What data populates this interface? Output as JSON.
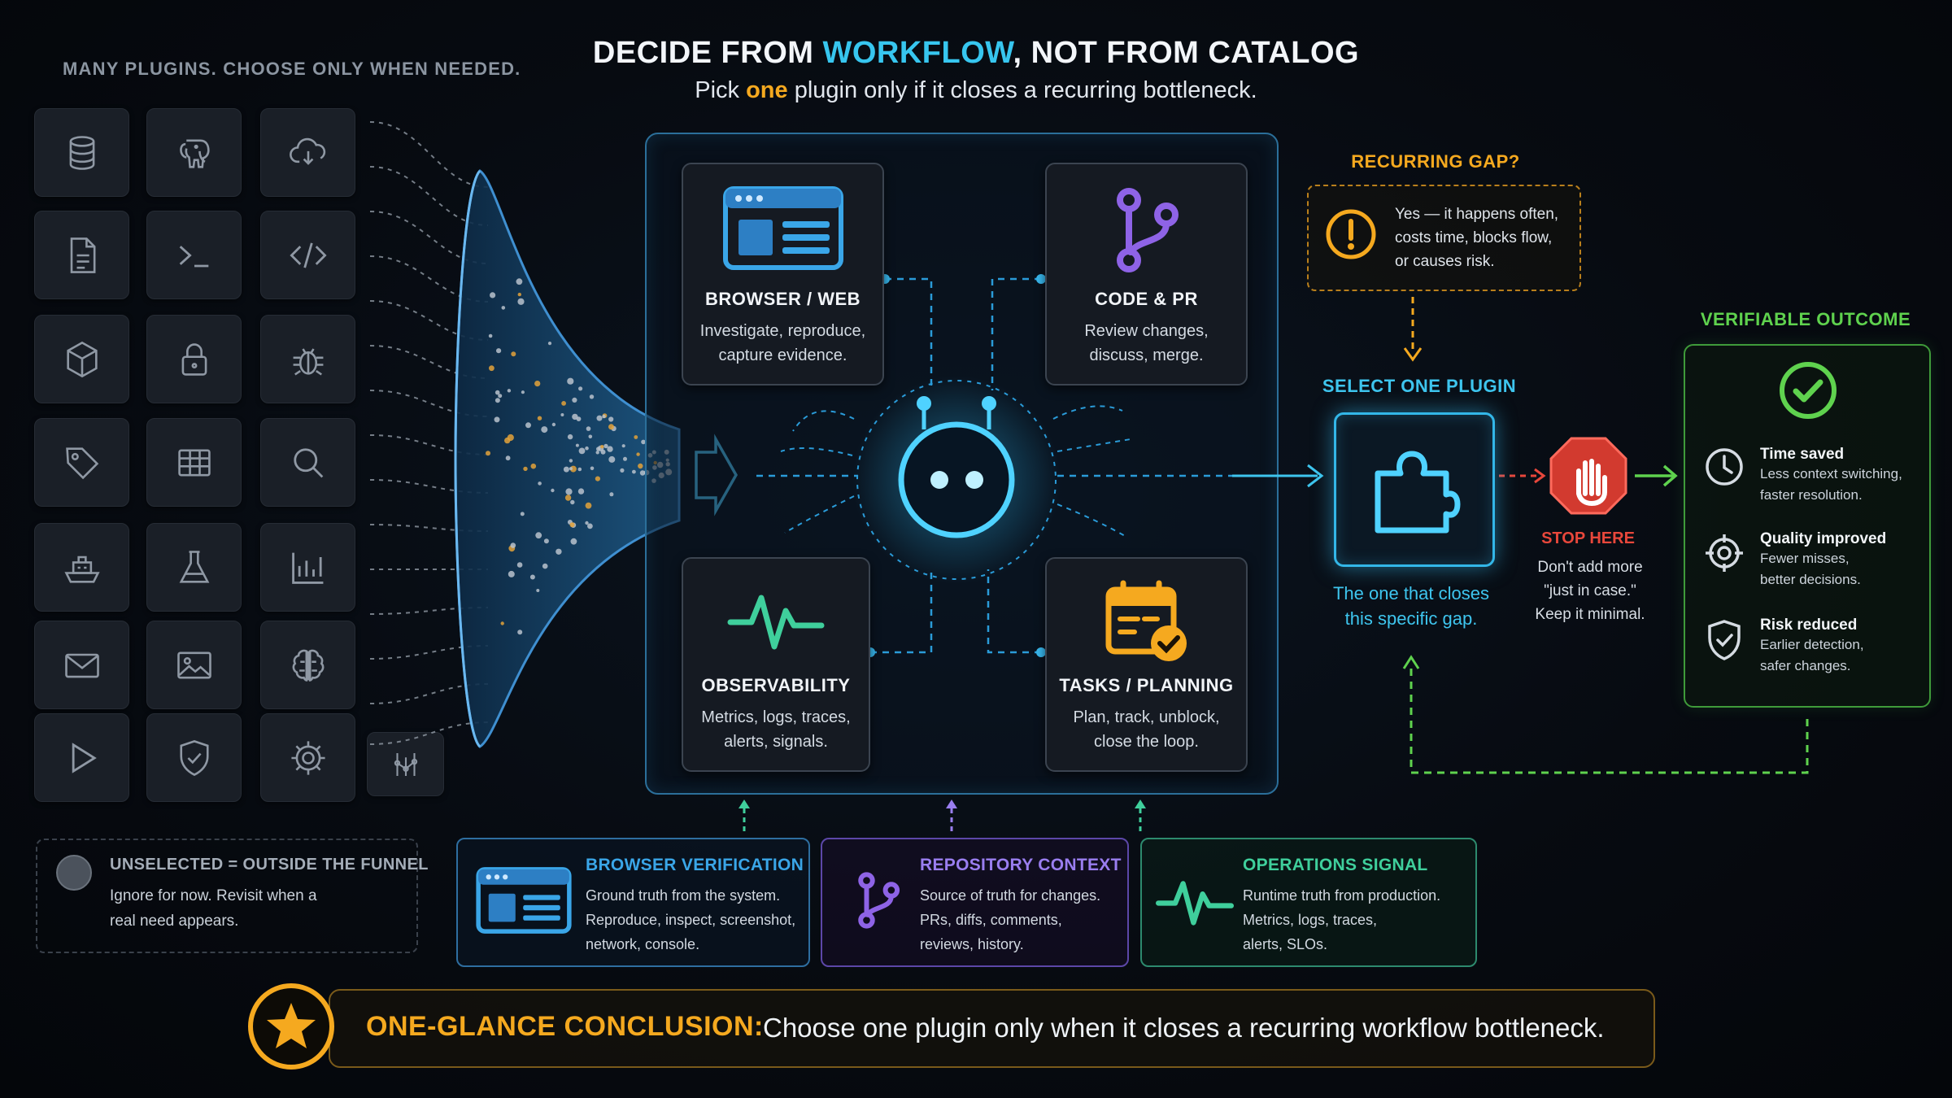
{
  "kicker": "MANY PLUGINS. CHOOSE ONLY WHEN NEEDED.",
  "title": {
    "part1": "DECIDE FROM ",
    "highlight": "WORKFLOW",
    "part2": ", NOT FROM CATALOG"
  },
  "subtitle": {
    "part1": "Pick ",
    "highlight": "one",
    "part2": " plugin only if it closes a recurring bottleneck."
  },
  "plugin_grid_icons": [
    "database-icon",
    "elephant-icon",
    "cloud-icon",
    "file-icon",
    "terminal-icon",
    "code-icon",
    "cube-icon",
    "lock-icon",
    "bug-icon",
    "tag-icon",
    "table-icon",
    "search-icon",
    "ship-icon",
    "flask-icon",
    "bar-chart-icon",
    "mail-icon",
    "image-icon",
    "brain-icon",
    "play-icon",
    "shield-icon",
    "gear-icon",
    "nodes-icon"
  ],
  "cards": [
    {
      "title": "BROWSER / WEB",
      "desc1": "Investigate, reproduce,",
      "desc2": "capture evidence.",
      "icon": "browser-window-icon"
    },
    {
      "title": "CODE & PR",
      "desc1": "Review changes,",
      "desc2": "discuss, merge.",
      "icon": "git-branch-icon"
    },
    {
      "title": "OBSERVABILITY",
      "desc1": "Metrics, logs, traces,",
      "desc2": "alerts, signals.",
      "icon": "pulse-icon"
    },
    {
      "title": "TASKS / PLANNING",
      "desc1": "Plan, track, unblock,",
      "desc2": "close the loop.",
      "icon": "calendar-check-icon"
    }
  ],
  "recurring_gap": {
    "title": "RECURRING GAP?",
    "line1": "Yes — it happens often,",
    "line2": "costs time, blocks flow,",
    "line3": "or causes risk."
  },
  "select": {
    "title": "SELECT ONE PLUGIN",
    "cap1": "The one that closes",
    "cap2": "this specific gap."
  },
  "stop": {
    "title": "STOP HERE",
    "line1": "Don't add more",
    "line2": "\"just in case.\"",
    "line3": "Keep it minimal."
  },
  "verifiable": {
    "title": "VERIFIABLE OUTCOME",
    "items": [
      {
        "head": "Time saved",
        "d1": "Less context switching,",
        "d2": "faster resolution.",
        "icon": "clock-icon"
      },
      {
        "head": "Quality improved",
        "d1": "Fewer misses,",
        "d2": "better decisions.",
        "icon": "target-icon"
      },
      {
        "head": "Risk reduced",
        "d1": "Earlier detection,",
        "d2": "safer changes.",
        "icon": "shield-check-icon"
      }
    ]
  },
  "unselected": {
    "title": "UNSELECTED = OUTSIDE THE FUNNEL",
    "line1": "Ignore for now. Revisit when a",
    "line2": "real need appears."
  },
  "panels": [
    {
      "title": "BROWSER VERIFICATION",
      "l1": "Ground truth from the system.",
      "l2": "Reproduce, inspect, screenshot,",
      "l3": "network, console.",
      "color": "#3aa6e8"
    },
    {
      "title": "REPOSITORY CONTEXT",
      "l1": "Source of truth for changes.",
      "l2": "PRs, diffs, comments,",
      "l3": "reviews, history.",
      "color": "#9a7ef0"
    },
    {
      "title": "OPERATIONS SIGNAL",
      "l1": "Runtime truth from production.",
      "l2": "Metrics, logs, traces,",
      "l3": "alerts, SLOs.",
      "color": "#3fcf9c"
    }
  ],
  "conclusion": {
    "label": "ONE-GLANCE CONCLUSION:",
    "text": "Choose one plugin only when it closes a recurring workflow bottleneck."
  },
  "colors": {
    "cyan": "#37c6ef",
    "orange": "#f5a91f",
    "green": "#5fd24e",
    "red": "#e8473b",
    "purple": "#9a7ef0"
  }
}
